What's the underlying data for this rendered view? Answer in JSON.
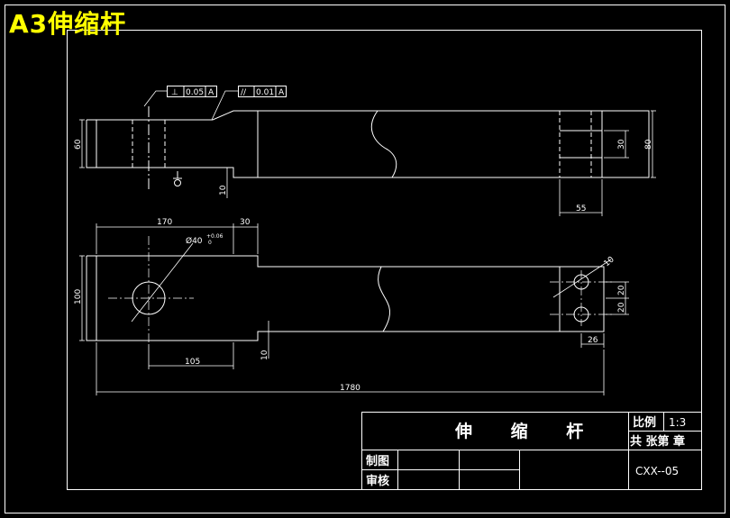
{
  "sheet": {
    "title": "A3伸缩杆"
  },
  "tolerances": {
    "perpendicularity": {
      "symbol": "⊥",
      "value": "0.05",
      "datum": "A"
    },
    "parallelism": {
      "symbol": "//",
      "value": "0.01",
      "datum": "A"
    }
  },
  "dimensions": {
    "front_height_left": "60",
    "front_height_right_outer": "80",
    "front_height_right_inner": "30",
    "front_step": "10",
    "front_right_width": "55",
    "top_left_length": "170",
    "top_step_length": "30",
    "hole_diameter": "Ø40",
    "hole_tol_upper": "+0.06",
    "hole_tol_lower": "0",
    "top_height": "100",
    "top_right_hole_dia": "10",
    "top_right_hole_pitch_a": "20",
    "top_right_hole_pitch_b": "20",
    "top_hole_center_offset": "105",
    "top_step": "10",
    "top_right_offset": "26",
    "overall_length": "1780"
  },
  "title_block": {
    "part_name": "伸 缩 杆",
    "scale_label": "比例",
    "scale_value": "1:3",
    "sheets_label": "共 张第 章",
    "drawn_label": "制图",
    "checked_label": "审核",
    "drawing_number": "CXX--05"
  },
  "colors": {
    "background": "#000000",
    "line": "#ffffff",
    "title": "#ffff00"
  }
}
